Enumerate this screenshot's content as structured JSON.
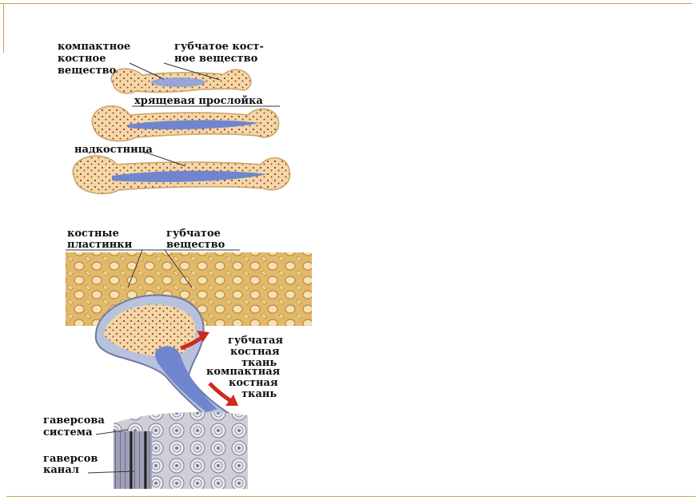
{
  "labels": {
    "compact_l1": "компактное",
    "compact_l2": "костное",
    "compact_l3": "вещество",
    "spongy_l1": "губчатое кост-",
    "spongy_l2": "ное вещество",
    "cartilage": "хрящевая прослойка",
    "periosteum": "надкостница",
    "plates_l1": "костные",
    "plates_l2": "пластинки",
    "spongy2_l1": "губчатое",
    "spongy2_l2": "вещество",
    "spongy_tissue_l1": "губчатая",
    "spongy_tissue_l2": "костная",
    "spongy_tissue_l3": "ткань",
    "compact_tissue_l1": "компактная",
    "compact_tissue_l2": "костная",
    "compact_tissue_l3": "ткань",
    "haversian_system_l1": "гаверсова",
    "haversian_system_l2": "система",
    "haversian_canal_l1": "гаверсов",
    "haversian_canal_l2": "канал"
  },
  "colors": {
    "frame": "#c8a84a",
    "bone": "#f1d9a7",
    "bone_edge": "#cda169",
    "marrow": "#6f86cf",
    "dots": "#b0332a",
    "arrow": "#cc2a1e"
  }
}
